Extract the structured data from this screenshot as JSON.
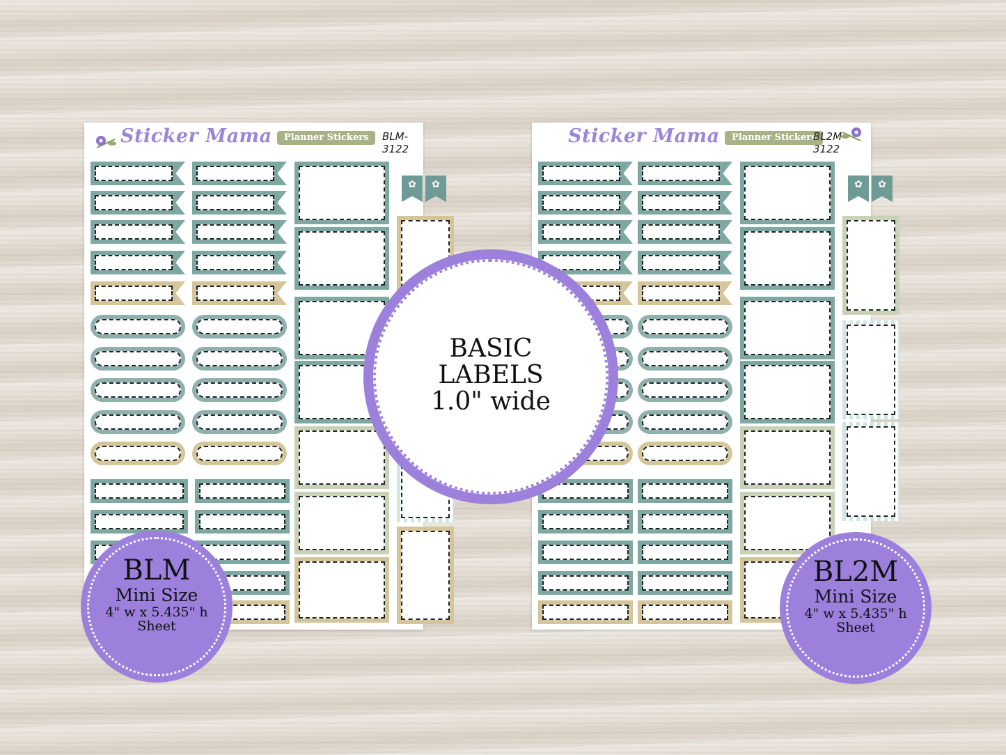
{
  "brand": "Sticker Mama",
  "tagline": "Planner Stickers",
  "sheets": {
    "left_code": "BLM-3122",
    "right_code": "BL2M-3122"
  },
  "center_badge": {
    "line1": "BASIC",
    "line2": "LABELS",
    "line3": "1.0\" wide"
  },
  "left_badge": {
    "code": "BLM",
    "size": "Mini Size",
    "dims": "4\" w x 5.435\" h",
    "unit": "Sheet"
  },
  "right_badge": {
    "code": "BL2M",
    "size": "Mini Size",
    "dims": "4\" w x 5.435\" h",
    "unit": "Sheet"
  },
  "colors": {
    "accent": "#9c80dc",
    "teal": "#7fa8a3",
    "olive": "#a7b287"
  },
  "icons": {
    "header_flower": "purple-flower-icon",
    "daisy": "daisy-icon"
  }
}
